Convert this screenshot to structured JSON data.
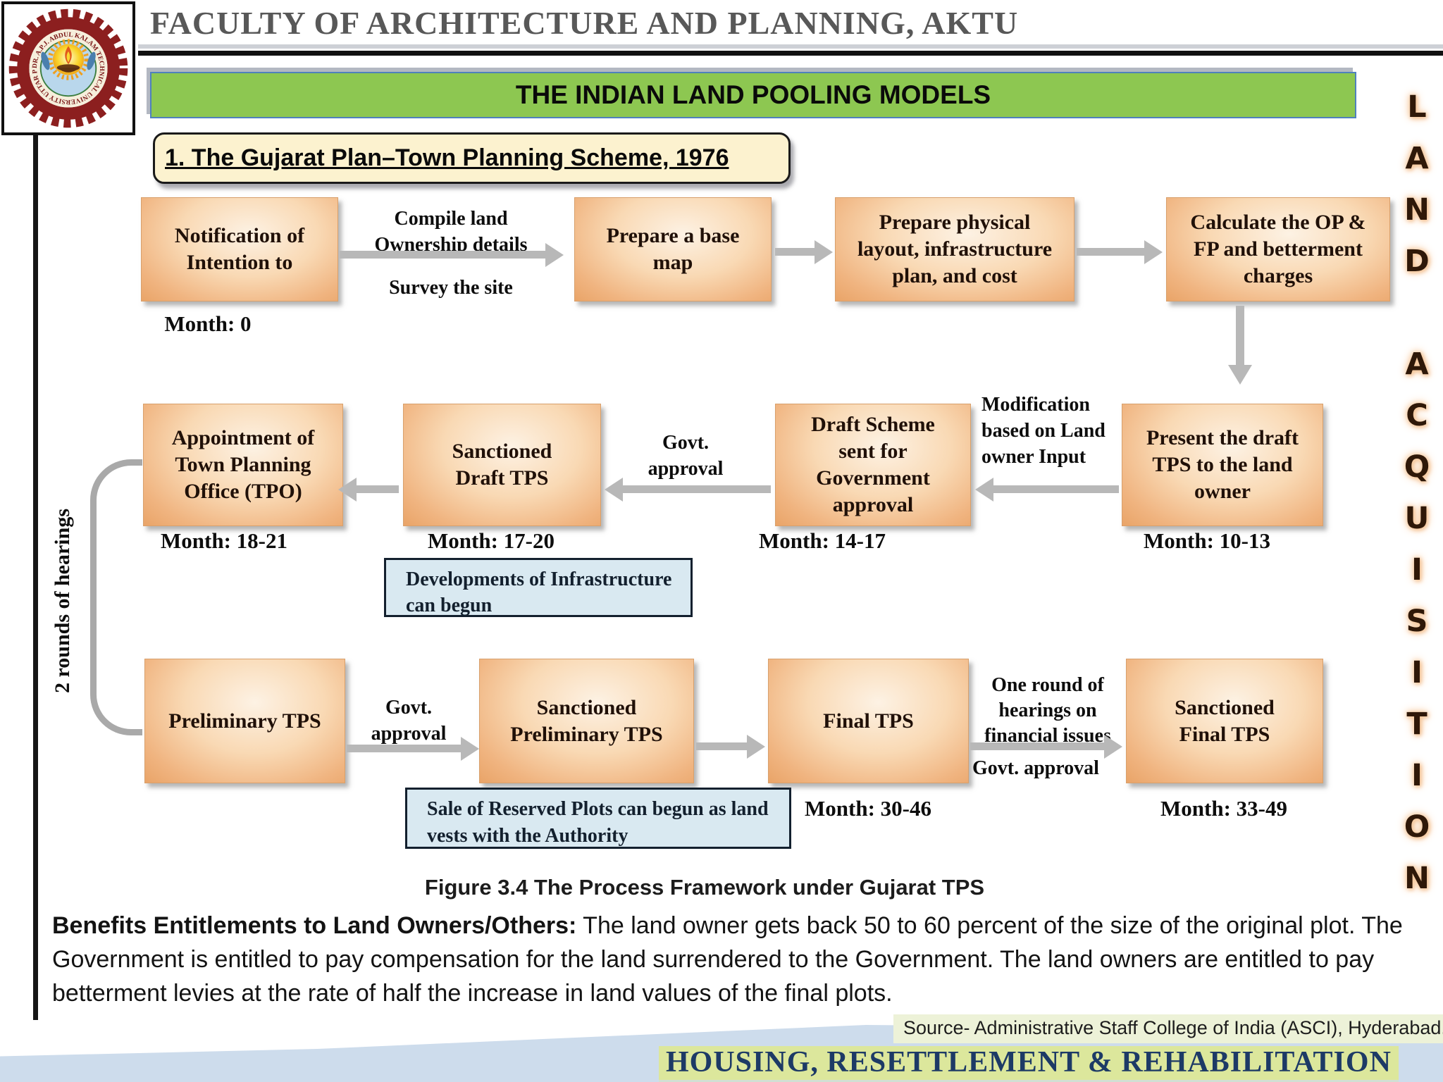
{
  "header": {
    "title": "FACULTY OF ARCHITECTURE AND PLANNING, AKTU",
    "logo_ring_text": "DR. A.P.J. ABDUL KALAM TECHNICAL UNIVERSITY UTTAR PRADESH • LUCKNOW •"
  },
  "banner": {
    "text": "THE INDIAN LAND POOLING MODELS"
  },
  "scheme": {
    "title": "1. The Gujarat Plan–Town Planning Scheme, 1976"
  },
  "side_rail": {
    "letters": [
      "L",
      "A",
      "N",
      "D",
      "",
      "A",
      "C",
      "Q",
      "U",
      "I",
      "S",
      "I",
      "T",
      "I",
      "O",
      "N"
    ]
  },
  "left_label": "2 rounds of hearings",
  "flow": {
    "row1": {
      "box1": "Notification of\nIntention to",
      "month1": "Month: 0",
      "arrow1_top": "Compile land\nOwnership details",
      "arrow1_bottom": "Survey the site",
      "box2": "Prepare a base\nmap",
      "box3": "Prepare physical\nlayout, infrastructure\nplan, and cost",
      "box4": "Calculate the OP &\nFP and betterment\ncharges"
    },
    "row2": {
      "box1": "Appointment of\nTown Planning\nOffice (TPO)",
      "month1": "Month: 18-21",
      "box2": "Sanctioned\nDraft TPS",
      "month2": "Month: 17-20",
      "arrow2_label": "Govt.\napproval",
      "box3": "Draft Scheme\nsent for\nGovernment\napproval",
      "month3": "Month: 14-17",
      "arrow3_label": "Modification\nbased on Land\nowner Input",
      "box4": "Present the draft\nTPS to the land\nowner",
      "month4": "Month: 10-13"
    },
    "note1": "Developments of Infrastructure\ncan begun",
    "row3": {
      "box1": "Preliminary TPS",
      "arrow1_label": "Govt.\napproval",
      "box2": "Sanctioned\nPreliminary TPS",
      "box3": "Final TPS",
      "month3": "Month: 30-46",
      "arrow3_top": "One round of\nhearings on\nfinancial issues",
      "arrow3_bottom": "Govt. approval",
      "box4": "Sanctioned\nFinal TPS",
      "month4": "Month: 33-49"
    },
    "note2": "Sale of Reserved Plots can begun as land\nvests with the Authority"
  },
  "caption": "Figure 3.4 The Process Framework under Gujarat TPS",
  "paragraph": {
    "lead": "Benefits Entitlements to Land Owners/Others:",
    "body": " The land owner gets back 50 to 60 percent of the size of the original plot. The Government is entitled to pay compensation for the land surrendered to the Government. The land owners are entitled to pay betterment levies at the rate of half the increase in land values of the final plots."
  },
  "source": "Source- Administrative Staff College of India (ASCI), Hyderabad.",
  "footer": {
    "text": "HOUSING, RESETTLEMENT & REHABILITATION"
  },
  "colors": {
    "banner_green": "#8dc751",
    "process_box_orange": "#f0b480",
    "note_blue": "#d9e9f1",
    "footer_navy": "#1d3a66",
    "highlight_green": "#dce79c",
    "arrow_gray": "#b8b8b8"
  }
}
